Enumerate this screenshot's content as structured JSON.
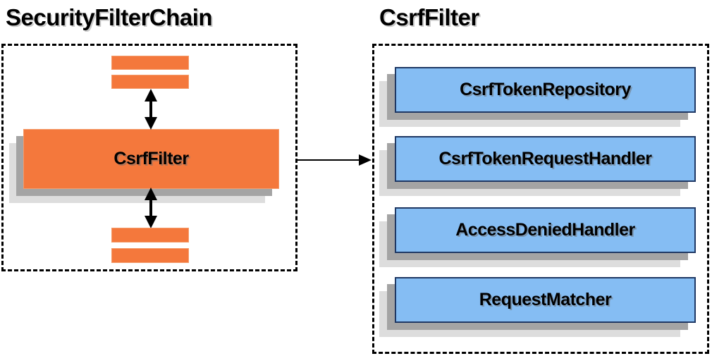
{
  "colors": {
    "orange": "#F4783C",
    "orange_border": "#F49B6A",
    "blue": "#85BDF3",
    "blue_border": "#1F3864",
    "shadow_dark": "#A4A4A4",
    "shadow_light": "#DDDDDD",
    "arrow": "#000000",
    "text": "#000000"
  },
  "left_panel": {
    "title": "SecurityFilterChain",
    "csrf_filter_label": "CsrfFilter"
  },
  "right_panel": {
    "title": "CsrfFilter",
    "components": [
      {
        "label": "CsrfTokenRepository"
      },
      {
        "label": "CsrfTokenRequestHandler"
      },
      {
        "label": "AccessDeniedHandler"
      },
      {
        "label": "RequestMatcher"
      }
    ]
  }
}
